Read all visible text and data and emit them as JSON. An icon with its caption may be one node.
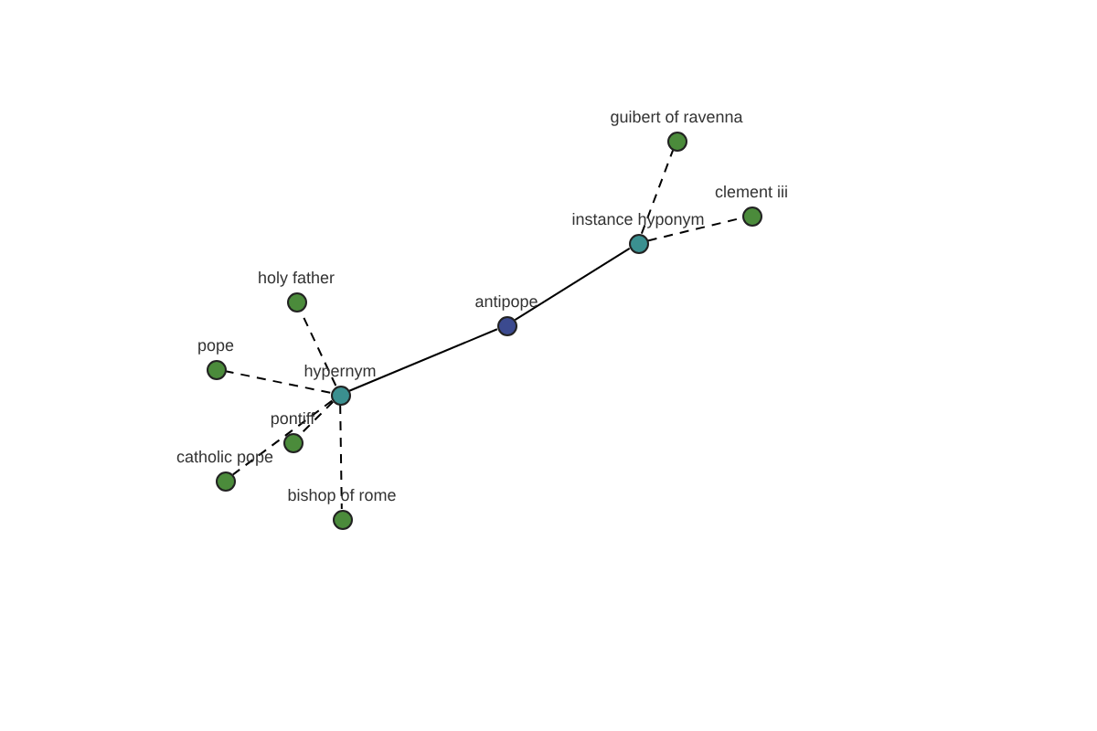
{
  "diagram": {
    "nodes": [
      {
        "text": [
          "guibert of ravenna"
        ]
      },
      {
        "text": [
          "clement iii"
        ]
      },
      {
        "text": [
          "instance hyponym"
        ]
      },
      {
        "text": [
          "antipope"
        ]
      },
      {
        "text": [
          "holy father"
        ]
      },
      {
        "text": [
          "pope"
        ]
      },
      {
        "text": [
          "hypernym"
        ]
      },
      {
        "text": [
          "pontiff"
        ]
      },
      {
        "text": [
          "catholic pope"
        ]
      },
      {
        "text": [
          "bishop of rome"
        ]
      }
    ],
    "edges": [
      {
        "from": 3,
        "to": 2,
        "arrow": "none"
      },
      {
        "from": 3,
        "to": 6,
        "arrow": "none"
      },
      {
        "from": 2,
        "to": 0,
        "arrow": "none",
        "style": "dashed"
      },
      {
        "from": 2,
        "to": 1,
        "arrow": "none",
        "style": "dashed"
      },
      {
        "from": 6,
        "to": 4,
        "arrow": "none",
        "style": "dashed"
      },
      {
        "from": 6,
        "to": 5,
        "arrow": "none",
        "style": "dashed"
      },
      {
        "from": 6,
        "to": 7,
        "arrow": "none",
        "style": "dashed"
      },
      {
        "from": 6,
        "to": 8,
        "arrow": "none",
        "style": "dashed"
      },
      {
        "from": 6,
        "to": 9,
        "arrow": "none",
        "style": "dashed"
      }
    ]
  }
}
